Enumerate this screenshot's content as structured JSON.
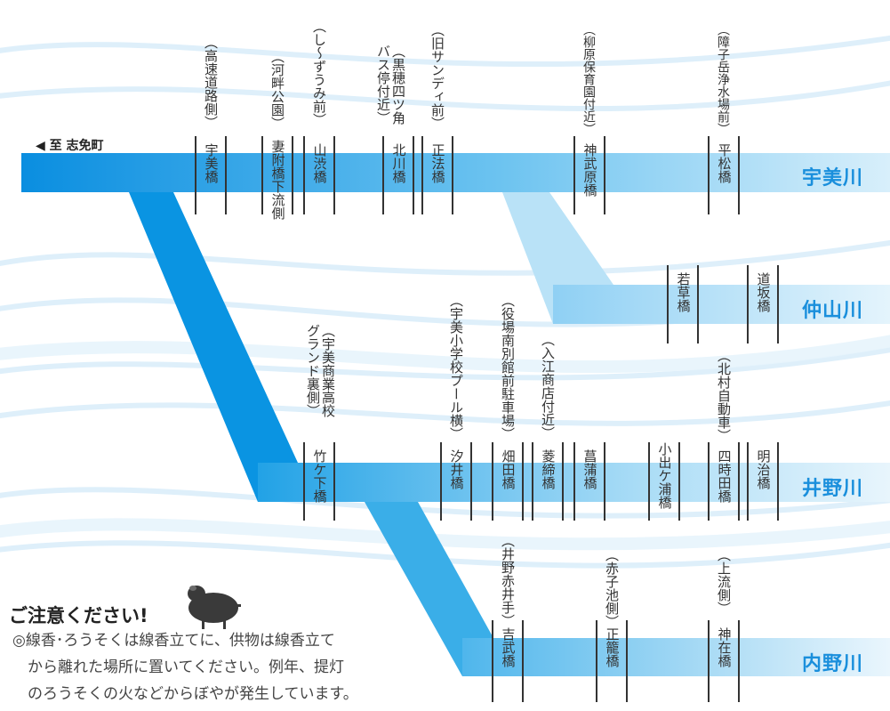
{
  "origin": "◀ 至 志免町",
  "rivers": {
    "umi": "宇美川",
    "nakayama": "仲山川",
    "ino": "井野川",
    "uchino": "内野川"
  },
  "bridges": [
    {
      "name": "宇美橋",
      "note": "（高速道路側）"
    },
    {
      "name": "妻附橋下流側",
      "note": "（河畔公園）"
    },
    {
      "name": "山渋橋",
      "note": "（し〜ずうみ前）"
    },
    {
      "name": "北川橋",
      "note": "（黒穂四ツ角\nバス停付近）"
    },
    {
      "name": "正法橋",
      "note": "（旧サンディ前）"
    },
    {
      "name": "神武原橋",
      "note": "（柳原保育園付近）"
    },
    {
      "name": "平松橋",
      "note": "（障子岳浄水場前）"
    },
    {
      "name": "若草橋",
      "note": ""
    },
    {
      "name": "道坂橋",
      "note": ""
    },
    {
      "name": "竹ケ下橋",
      "note": "（宇美商業高校\nグランド裏側）"
    },
    {
      "name": "汐井橋",
      "note": "（宇美小学校プール横）"
    },
    {
      "name": "畑田橋",
      "note": "（役場南別館前駐車場）"
    },
    {
      "name": "菱締橋",
      "note": "（入江商店付近）"
    },
    {
      "name": "菖蒲橋",
      "note": ""
    },
    {
      "name": "小出ケ浦橋",
      "note": ""
    },
    {
      "name": "四時田橋",
      "note": "（北村自動車）"
    },
    {
      "name": "明治橋",
      "note": ""
    },
    {
      "name": "吉武橋",
      "note": "（井野赤井手）"
    },
    {
      "name": "正籠橋",
      "note": "（赤子池側）"
    },
    {
      "name": "神在橋",
      "note": "（上流側）"
    }
  ],
  "caution": {
    "title": "ご注意ください!",
    "lines": [
      "◎線香･ろうそくは線香立てに、供物は線香立て",
      "　から離れた場所に置いてください。例年、提灯",
      "　のろうそくの火などからぼやが発生しています。"
    ]
  }
}
